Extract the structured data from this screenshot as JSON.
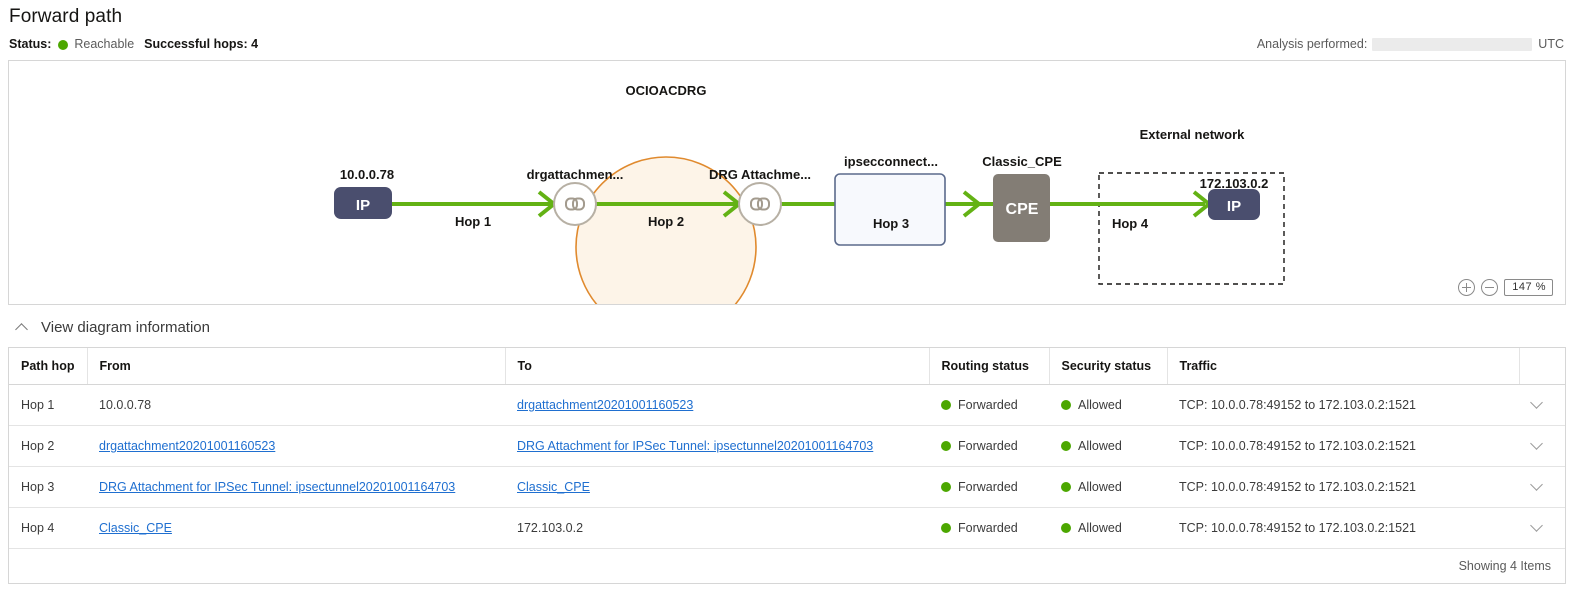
{
  "header": {
    "title": "Forward path",
    "status_label": "Status:",
    "status_value": "Reachable",
    "status_color": "#4ca700",
    "hops_label": "Successful hops: 4",
    "analysis_label": "Analysis performed:",
    "analysis_value": "",
    "analysis_timezone": "UTC"
  },
  "diagram": {
    "zoom": {
      "plus": "+",
      "minus": "−",
      "value": "147  %"
    },
    "groups": [
      {
        "name": "OCIOACDRG",
        "type": "drg-circle",
        "stroke": "#e08a2e",
        "fill": "#fdf4e8"
      },
      {
        "name": "External network",
        "type": "dashed-box",
        "stroke": "#161513"
      }
    ],
    "nodes": [
      {
        "id": "src-ip",
        "label": "10.0.0.78",
        "badge": "IP",
        "shape": "rounded-rect",
        "color": "#4a4e6e"
      },
      {
        "id": "drg-att-1",
        "label": "drgattachmen...",
        "badge": "",
        "shape": "circle",
        "color": "#b7b0a4",
        "icon": "link-icon"
      },
      {
        "id": "drg-att-2",
        "label": "DRG Attachme...",
        "badge": "",
        "shape": "circle",
        "color": "#b7b0a4",
        "icon": "link-icon"
      },
      {
        "id": "ipsec",
        "label": "ipsecconnect...",
        "badge": "",
        "shape": "rect",
        "color": "#5b6a8c"
      },
      {
        "id": "cpe",
        "label": "Classic_CPE",
        "badge": "CPE",
        "shape": "rounded-rect",
        "color": "#837d75"
      },
      {
        "id": "dst-ip",
        "label": "172.103.0.2",
        "badge": "IP",
        "shape": "rounded-rect",
        "color": "#4a4e6e"
      }
    ],
    "edges": [
      {
        "label": "Hop 1",
        "color": "#63b214"
      },
      {
        "label": "Hop 2",
        "color": "#63b214"
      },
      {
        "label": "Hop 3",
        "color": "#63b214"
      },
      {
        "label": "Hop 4",
        "color": "#63b214"
      }
    ]
  },
  "collapsible": {
    "label": "View diagram information",
    "expanded": true,
    "icon": "chevron-up-icon"
  },
  "table": {
    "columns": [
      "Path hop",
      "From",
      "To",
      "Routing status",
      "Security status",
      "Traffic"
    ],
    "rows": [
      {
        "hop": "Hop 1",
        "from": {
          "text": "10.0.0.78",
          "link": false
        },
        "to": {
          "text": "drgattachment20201001160523",
          "link": true
        },
        "routing": "Forwarded",
        "security": "Allowed",
        "traffic": "TCP: 10.0.0.78:49152 to 172.103.0.2:1521"
      },
      {
        "hop": "Hop 2",
        "from": {
          "text": "drgattachment20201001160523",
          "link": true
        },
        "to": {
          "text": "DRG Attachment for IPSec Tunnel: ipsectunnel20201001164703",
          "link": true
        },
        "routing": "Forwarded",
        "security": "Allowed",
        "traffic": "TCP: 10.0.0.78:49152 to 172.103.0.2:1521"
      },
      {
        "hop": "Hop 3",
        "from": {
          "text": "DRG Attachment for IPSec Tunnel: ipsectunnel20201001164703",
          "link": true
        },
        "to": {
          "text": "Classic_CPE",
          "link": true
        },
        "routing": "Forwarded",
        "security": "Allowed",
        "traffic": "TCP: 10.0.0.78:49152 to 172.103.0.2:1521"
      },
      {
        "hop": "Hop 4",
        "from": {
          "text": "Classic_CPE",
          "link": true
        },
        "to": {
          "text": "172.103.0.2",
          "link": false
        },
        "routing": "Forwarded",
        "security": "Allowed",
        "traffic": "TCP: 10.0.0.78:49152 to 172.103.0.2:1521"
      }
    ],
    "footer": "Showing 4 Items"
  }
}
